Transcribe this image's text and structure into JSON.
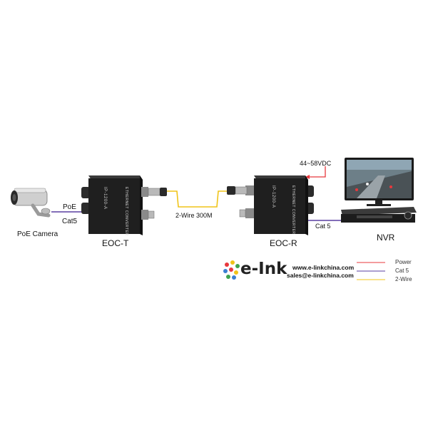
{
  "camera": {
    "label": "PoE Camera"
  },
  "link_camera": {
    "top_label": "PoE",
    "bottom_label": "Cat5"
  },
  "eoc_t": {
    "label": "EOC-T",
    "model_text": "IP-1200-A",
    "device_text": "ETHERNET CONVERTER"
  },
  "link_wire": {
    "label": "2-Wire  300M"
  },
  "eoc_r": {
    "label": "EOC-R",
    "model_text": "IP-1200-A",
    "device_text": "ETHERNET CONVERTER"
  },
  "power": {
    "label": "44~58VDC"
  },
  "link_nvr": {
    "label": "Cat 5"
  },
  "nvr": {
    "label": "NVR"
  },
  "brand": {
    "logo_text": "e-Ink",
    "website": "www.e-linkchina.com",
    "email": "sales@e-linkchina.com"
  },
  "legend": {
    "items": [
      {
        "label": "Power",
        "color": "#e8383d"
      },
      {
        "label": "Cat 5",
        "color": "#5a3fa0"
      },
      {
        "label": "2-Wire",
        "color": "#f0c419"
      }
    ]
  }
}
